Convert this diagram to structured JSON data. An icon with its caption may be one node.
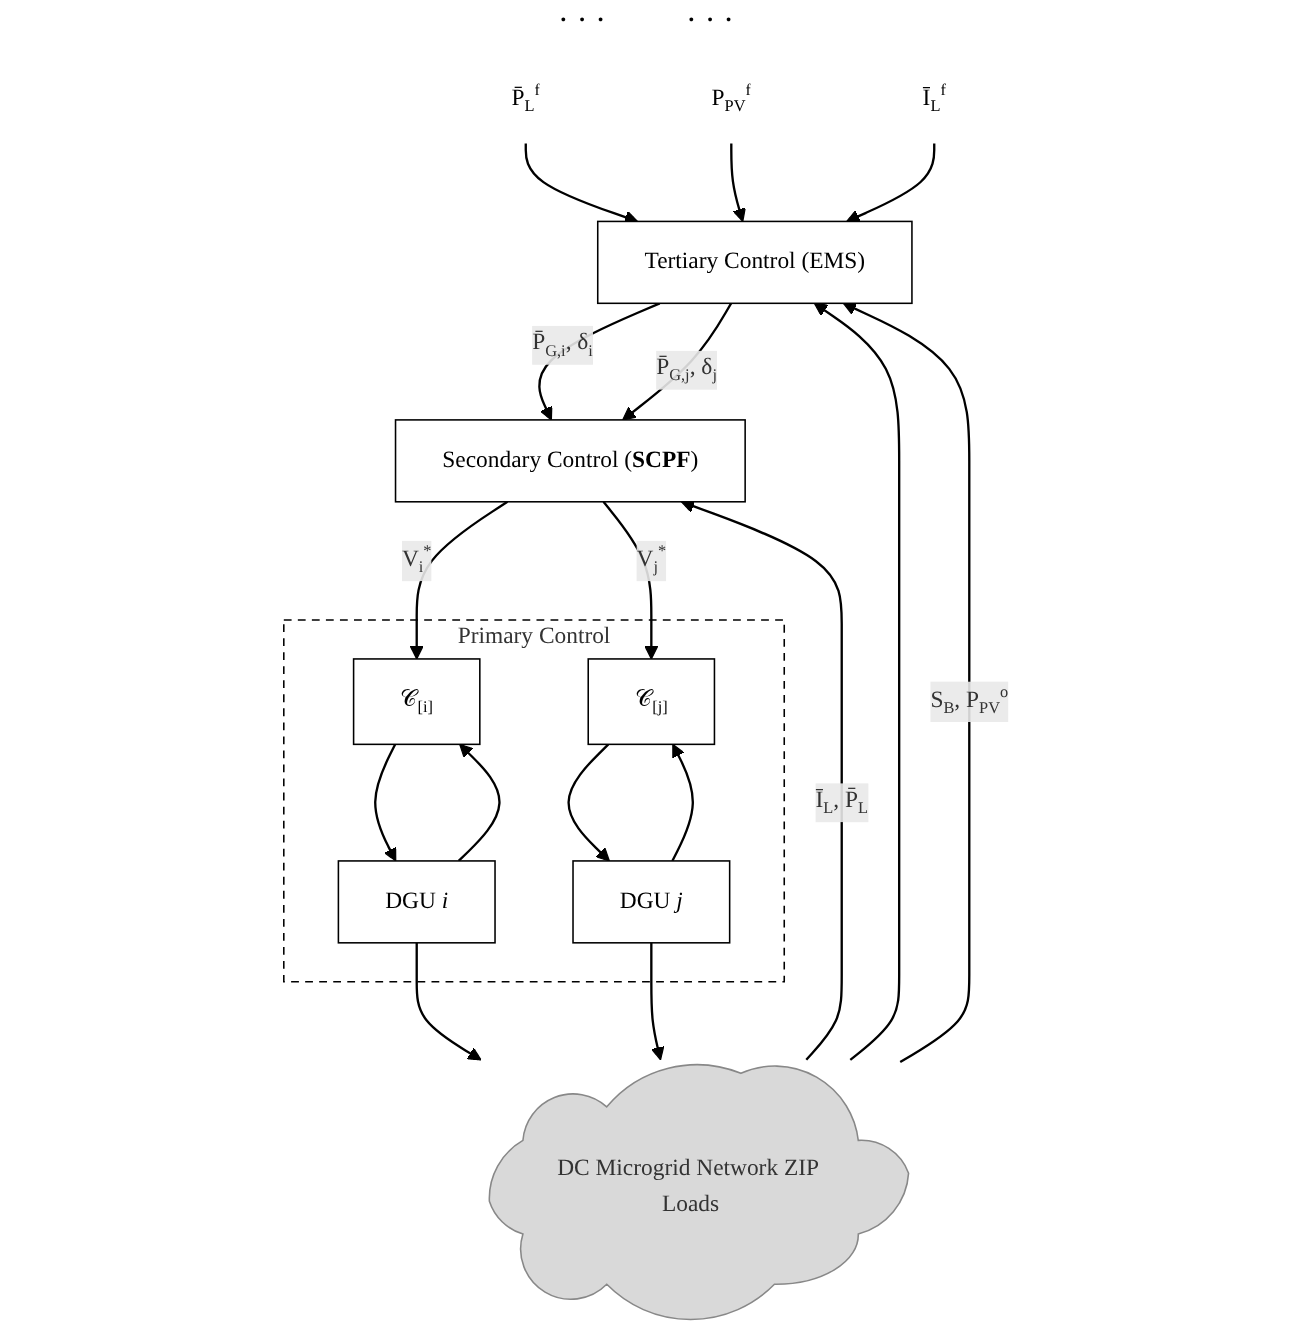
{
  "diagram": {
    "nodes": [
      {
        "text": [
          "P̄$_{L}$$^{f}$"
        ]
      },
      {
        "text": [
          "P$_{PV}$$^{f}$"
        ]
      },
      {
        "text": [
          "Ī$_{L}$$^{f}$"
        ]
      },
      {
        "text": [
          "Tertiary Control (EMS)"
        ]
      },
      {
        "text": [
          "Secondary Control (**SCPF**)"
        ]
      },
      {
        "text": [
          "Primary Control"
        ]
      },
      {
        "text": [
          "𝒞$_{[i]}$"
        ],
        "in": 5
      },
      {
        "text": [
          "DGU *i*"
        ],
        "in": 5
      },
      {
        "text": [
          "𝒞$_{[j]}$"
        ],
        "in": 5
      },
      {
        "text": [
          "DGU *j*"
        ],
        "in": 5
      },
      {
        "text": [
          "DC Microgrid Network ZIP Loads"
        ]
      }
    ],
    "edges": [
      {
        "from": 0,
        "to": 3,
        "arrow": "to"
      },
      {
        "from": 1,
        "to": 3,
        "arrow": "to"
      },
      {
        "from": 2,
        "to": 3,
        "arrow": "to"
      },
      {
        "from": 3,
        "to": 4,
        "arrow": "to",
        "label": "P̄$_{G,i}$, δ$_{i}$"
      },
      {
        "from": 3,
        "to": 4,
        "arrow": "to",
        "label": "P̄$_{G,j}$, δ$_{j}$"
      },
      {
        "from": 4,
        "to": 6,
        "arrow": "to",
        "label": "V$_{i}$$^{*}$"
      },
      {
        "from": 4,
        "to": 8,
        "arrow": "to",
        "label": "V$_{j}$$^{*}$"
      },
      {
        "from": 6,
        "to": 7,
        "arrow": "to"
      },
      {
        "from": 7,
        "to": 6,
        "arrow": "to"
      },
      {
        "from": 8,
        "to": 9,
        "arrow": "to"
      },
      {
        "from": 9,
        "to": 8,
        "arrow": "to"
      },
      {
        "from": 7,
        "to": 10,
        "arrow": "to"
      },
      {
        "from": 9,
        "to": 10,
        "arrow": "to"
      },
      {
        "from": 10,
        "to": 4,
        "arrow": "to",
        "label": "Ī$_{L}$, P̄$_{L}$"
      },
      {
        "from": 10,
        "to": 3,
        "arrow": "to"
      },
      {
        "from": 10,
        "to": 3,
        "arrow": "to",
        "label": "S$_{B}$, P$_{PV}$$^{o}$"
      }
    ],
    "labels": [
      "· · ·",
      "· · ·"
    ]
  }
}
